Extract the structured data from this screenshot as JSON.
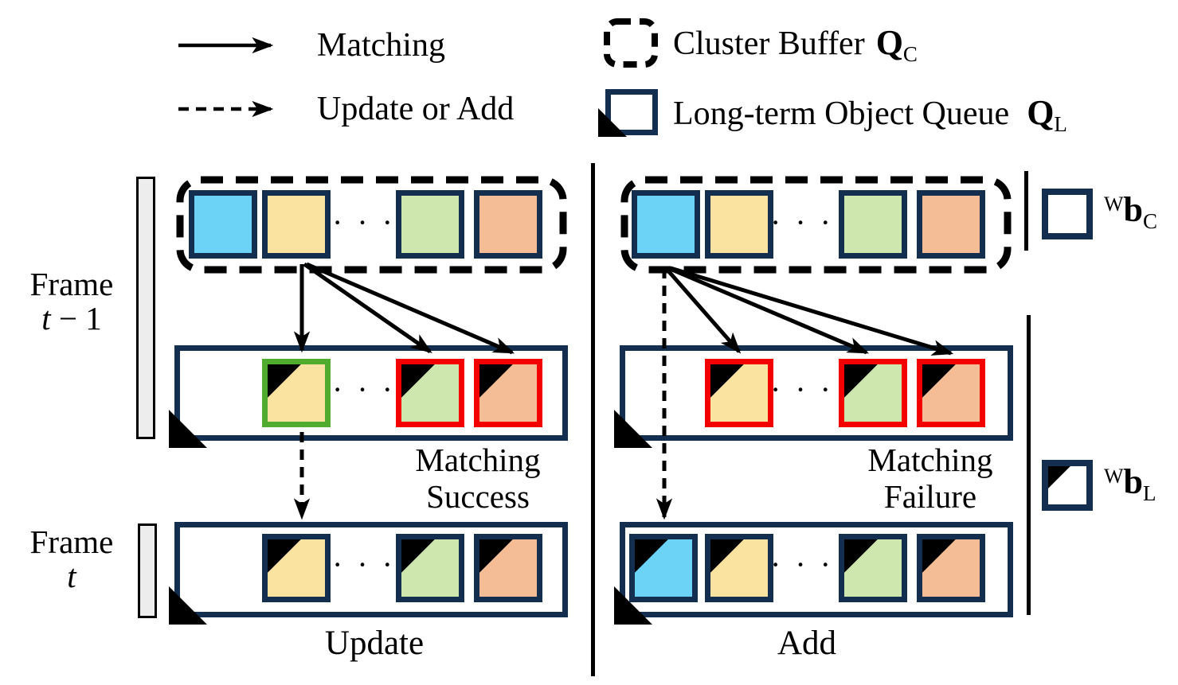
{
  "colors": {
    "navy": "#132E4E",
    "black": "#000000",
    "object_blue": "#6CD3F6",
    "object_yellow": "#FAE3A0",
    "object_green": "#CDE7AF",
    "object_salmon": "#F5BD95",
    "match_green": "#4FAC2F",
    "unmatch_red": "#F40000",
    "frame_bar_gray": "#EDEDED"
  },
  "legend": {
    "matching_label": "Matching",
    "update_or_add_label": "Update or Add",
    "cluster_buffer_label": "Cluster Buffer",
    "cluster_buffer_symbol_main": "Q",
    "cluster_buffer_symbol_sub": "C",
    "long_term_label": "Long-term Object Queue",
    "long_term_symbol_main": "Q",
    "long_term_symbol_sub": "L"
  },
  "frame_labels": {
    "prev_word": "Frame",
    "prev_var": "t",
    "prev_suffix": " − 1",
    "curr_word": "Frame",
    "curr_var": "t"
  },
  "symbols": {
    "bc_sup": "W",
    "bc_main": "b",
    "bc_sub": "C",
    "bl_sup": "W",
    "bl_main": "b",
    "bl_sub": "L"
  },
  "left_panel": {
    "status_line1": "Matching",
    "status_line2": "Success",
    "caption": "Update",
    "ellipsis": "· · ·"
  },
  "right_panel": {
    "status_line1": "Matching",
    "status_line2": "Failure",
    "caption": "Add",
    "ellipsis": "· · ·"
  }
}
